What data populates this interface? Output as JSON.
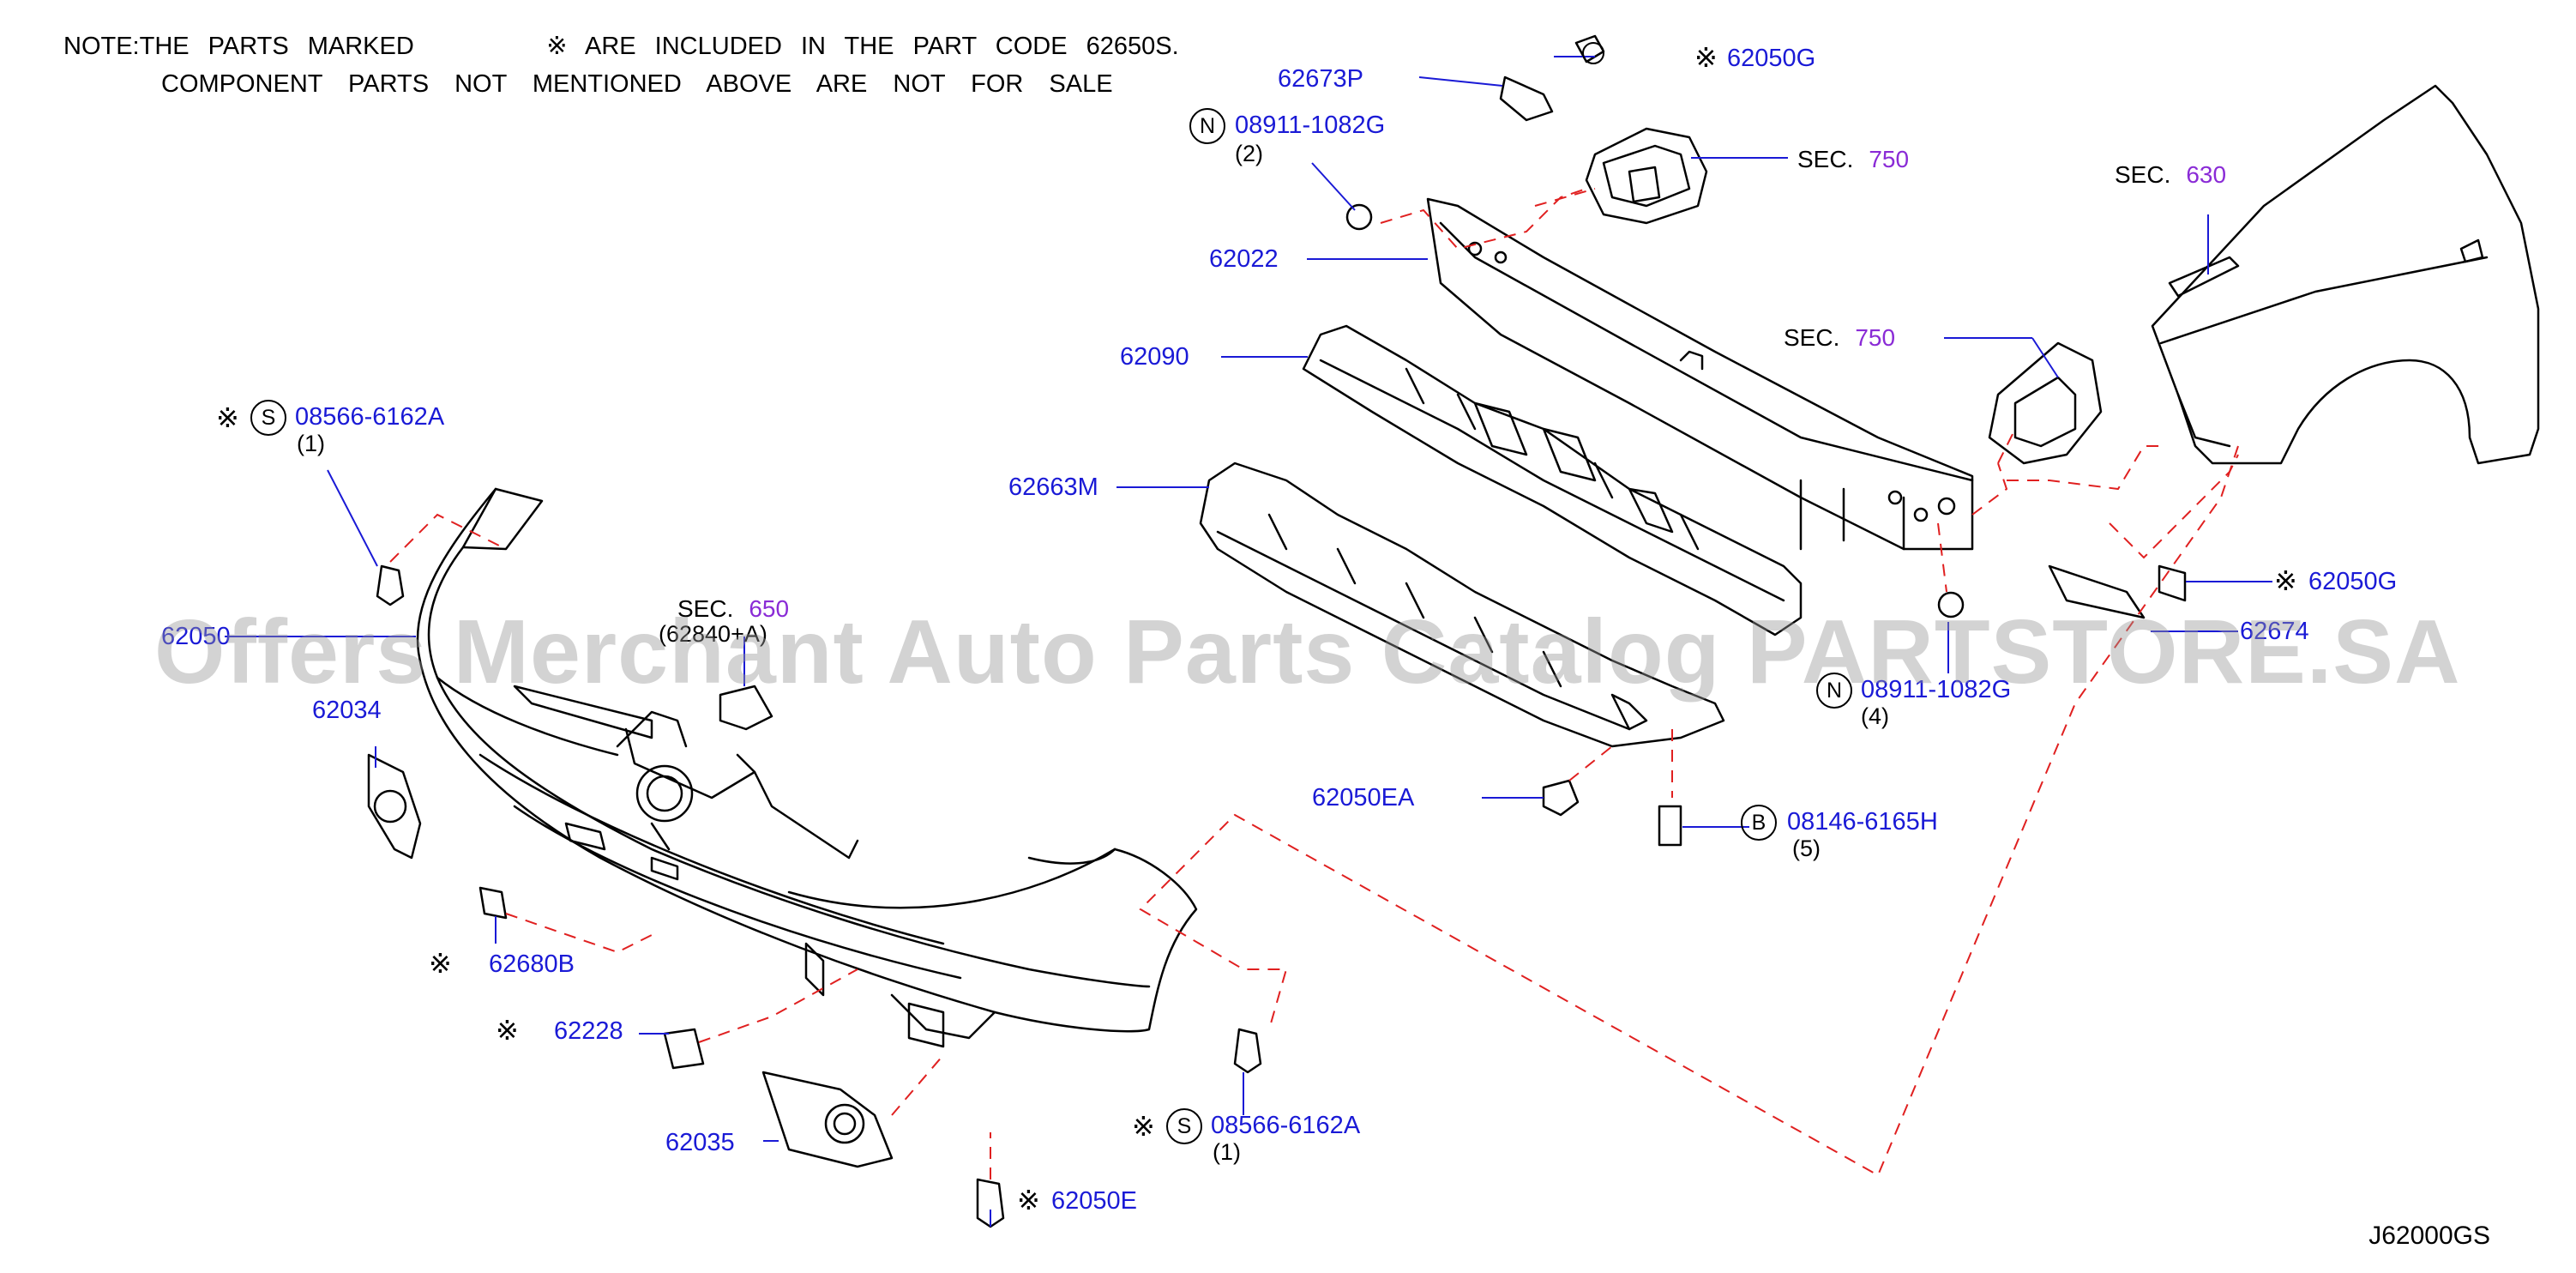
{
  "note": {
    "line1_a": "NOTE:THE PARTS MARKED",
    "mark": "※",
    "line1_b": "ARE INCLUDED IN THE PART CODE 62650S.",
    "line2": "COMPONENT PARTS NOT MENTIONED ABOVE ARE NOT FOR SALE"
  },
  "watermark": "Offers Merchant Auto Parts Catalog PARTSTORE.SA",
  "diagram_code": "J62000GS",
  "parts": {
    "p62050G_top": "62050G",
    "p62673P": "62673P",
    "p08911_top": "08911-1082G",
    "p08911_top_qty": "(2)",
    "p08911_top_prefix": "N",
    "sec750_top_label": "SEC.",
    "sec750_top_num": "750",
    "sec630_label": "SEC.",
    "sec630_num": "630",
    "p62022": "62022",
    "p62090": "62090",
    "sec750_mid_label": "SEC.",
    "sec750_mid_num": "750",
    "p62663M": "62663M",
    "p08566_left": "08566-6162A",
    "p08566_left_qty": "(1)",
    "p08566_left_prefix": "S",
    "sec650_label": "SEC.",
    "sec650_num": "650",
    "sec650_sub": "(62840+A)",
    "p62050G_right": "62050G",
    "p62674": "62674",
    "p62050_left": "62050",
    "p62034": "62034",
    "p08911_bot": "08911-1082G",
    "p08911_bot_qty": "(4)",
    "p08911_bot_prefix": "N",
    "p62050EA": "62050EA",
    "p08146": "08146-6165H",
    "p08146_qty": "(5)",
    "p08146_prefix": "B",
    "p62680B": "62680B",
    "p62228": "62228",
    "p08566_bot": "08566-6162A",
    "p08566_bot_qty": "(1)",
    "p08566_bot_prefix": "S",
    "p62035": "62035",
    "p62050E": "62050E"
  }
}
